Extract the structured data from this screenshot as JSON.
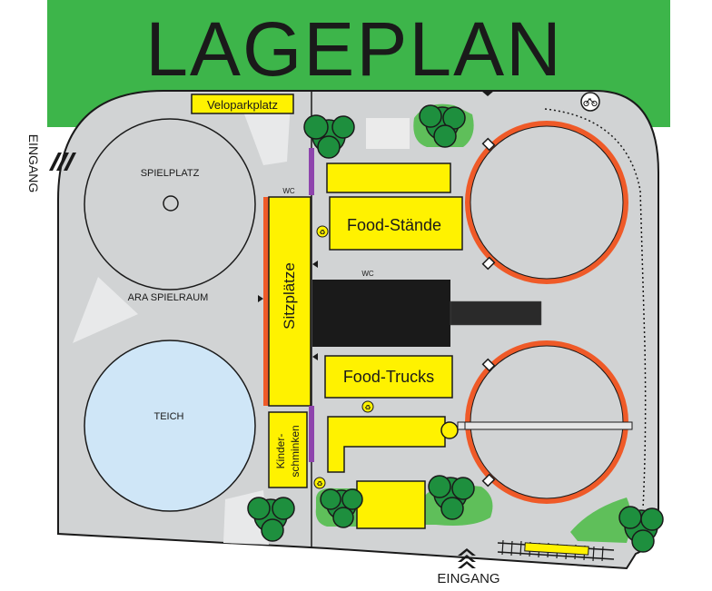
{
  "title": "LAGEPLAN",
  "labels": {
    "veloparkplatz": "Veloparkplatz",
    "spielplatz": "SPIELPLATZ",
    "ara_spielraum": "ARA SPIELRAUM",
    "teich": "TEICH",
    "sitzplaetze": "Sitzplätze",
    "food_staende": "Food-Stände",
    "food_trucks": "Food-Trucks",
    "kinderschminken_1": "Kinder-",
    "kinderschminken_2": "schminken",
    "wc_1": "WC",
    "wc_2": "WC",
    "eingang_left": "EINGANG",
    "eingang_bottom": "EINGANG"
  },
  "colors": {
    "title_bg": "#3db54a",
    "ground": "#d1d3d4",
    "stage_yellow": "#fff200",
    "track_orange": "#ef5a28",
    "pond_blue": "#cfe6f7",
    "tree_dark": "#1e8f3e",
    "grass_light": "#5fbf5a",
    "wc_purple": "#8e44ad",
    "building_black": "#1a1a1a"
  },
  "icons": [
    "bicycle-icon",
    "recycle-icon",
    "entrance-arrows-icon",
    "railway-icon",
    "tree-icon"
  ]
}
